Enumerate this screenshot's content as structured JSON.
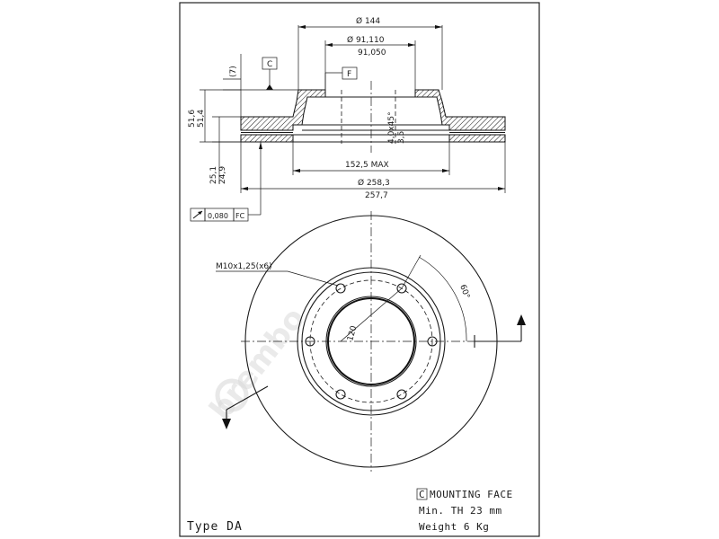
{
  "watermark": {
    "text": "brembo"
  },
  "profile": {
    "dims": {
      "outer_diameter": "Ø 144",
      "bore_max": "Ø 91,110",
      "bore_min": "91,050",
      "offset": "(7)",
      "height_max": "51,6",
      "height_min": "51,4",
      "thickness_max": "25,1",
      "thickness_min": "24,9",
      "chamfer_a": "4,0x45°",
      "chamfer_b": "3,5",
      "inner_max": "152,5 MAX",
      "disc_max": "Ø 258,3",
      "disc_min": "257,7"
    },
    "datums": {
      "c": "C",
      "f": "F"
    },
    "tolerance": {
      "value": "0,080",
      "ref": "FC"
    }
  },
  "front_view": {
    "thread": "M10x1,25(x6)",
    "angle": "60°",
    "pcd": "120"
  },
  "notes": {
    "mounting_marker": "C",
    "mounting_label": "MOUNTING FACE",
    "min_th": "Min. TH 23  mm",
    "weight": "Weight   6  Kg",
    "type": "Type DA"
  }
}
